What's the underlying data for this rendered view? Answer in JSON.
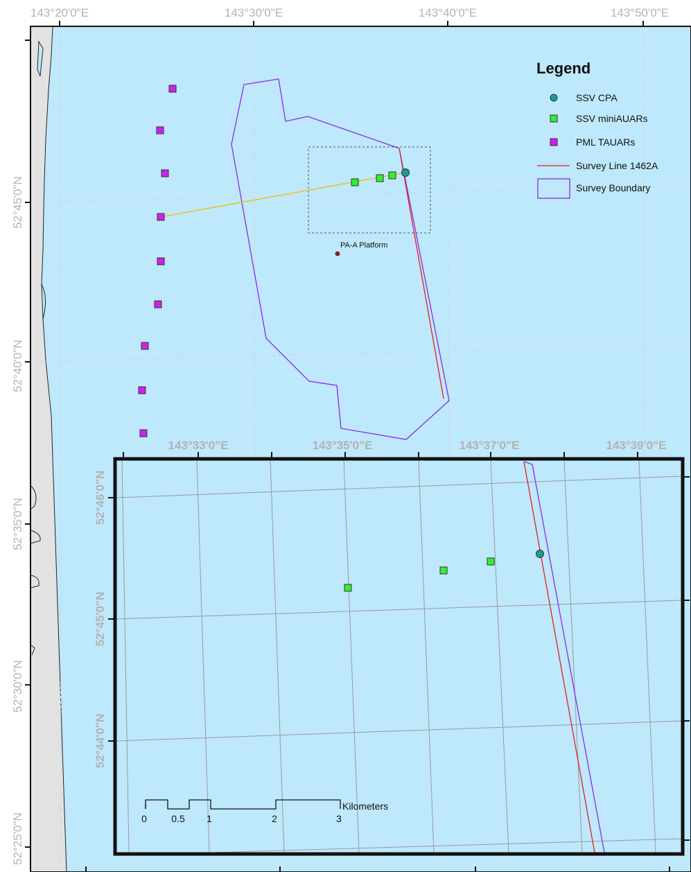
{
  "main_map": {
    "lon_labels": [
      "143°20'0\"E",
      "143°30'0\"E",
      "143°40'0\"E",
      "143°50'0\"E"
    ],
    "lat_labels": [
      "52°45'0\"N",
      "52°40'0\"N",
      "52°35'0\"N",
      "52°30'0\"N",
      "52°25'0\"N"
    ],
    "platform_label": "PA-A Platform"
  },
  "inset_map": {
    "lon_labels": [
      "143°33'0\"E",
      "143°35'0\"E",
      "143°37'0\"E",
      "143°39'0\"E"
    ],
    "lat_labels": [
      "52°46'0\"N",
      "52°45'0\"N",
      "52°44'0\"N"
    ]
  },
  "legend": {
    "title": "Legend",
    "items": [
      {
        "label": "SSV CPA",
        "symbol": "circle",
        "color": "#1a9e8f"
      },
      {
        "label": "SSV miniAUARs",
        "symbol": "square",
        "color": "#33ee33"
      },
      {
        "label": "PML TAUARs",
        "symbol": "square",
        "color": "#cc22ee"
      },
      {
        "label": "Survey Line 1462A",
        "symbol": "line",
        "color": "#e02020"
      },
      {
        "label": "Survey Boundary",
        "symbol": "box",
        "color": "#8a2be2"
      }
    ]
  },
  "scale_bar": {
    "ticks": [
      "0",
      "0.5",
      "1",
      "2",
      "3"
    ],
    "unit": "Kilometers"
  },
  "colors": {
    "water": "#bee8fb",
    "land": "#e2e2e2",
    "grid": "#d0d0d0",
    "survey_line": "#e02020",
    "survey_boundary": "#8a2be2",
    "track_line": "#f0c020"
  }
}
